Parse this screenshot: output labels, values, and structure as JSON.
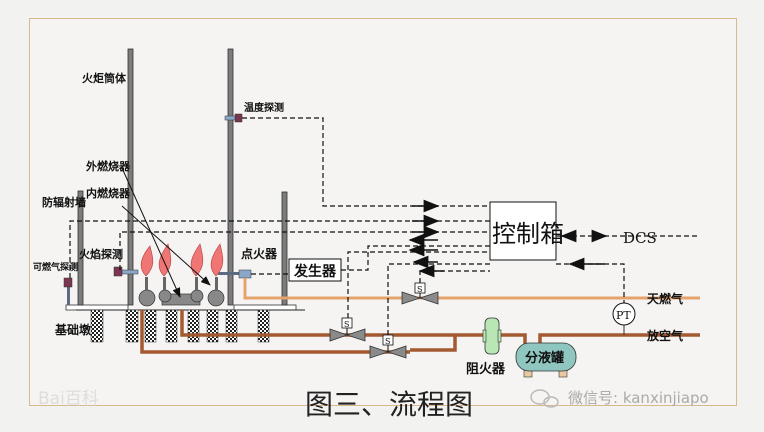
{
  "diagram": {
    "title": "图三、流程图",
    "labels": {
      "flare_stack": "火炬筒体",
      "temperature_probe": "温度探测",
      "outer_burner": "外燃烧器",
      "inner_burner": "内燃烧器",
      "radiation_wall": "防辐射墙",
      "flame_probe": "火焰探测",
      "combustible_gas_probe": "可燃气探测",
      "igniter": "点火器",
      "generator": "发生器",
      "control_box": "控制箱",
      "dcs": "DCS",
      "natural_gas": "天燃气",
      "vent_gas": "放空气",
      "flame_arrester": "阻火器",
      "knockout_drum": "分液罐",
      "foundation": "基础墩",
      "pressure_transmitter": "PT",
      "solenoid": "S"
    },
    "colors": {
      "flame": "#f07575",
      "natural_gas_pipe": "#e5a36c",
      "vent_gas_pipe": "#a35a31",
      "flame_arrester": "#b8e6b4",
      "knockout_drum": "#8fc7c0",
      "probe": "#7a3550",
      "igniter_head": "#8aa6c8"
    }
  },
  "watermarks": {
    "left": "Bai百科",
    "right": "微信号: kanxinjiapo"
  }
}
